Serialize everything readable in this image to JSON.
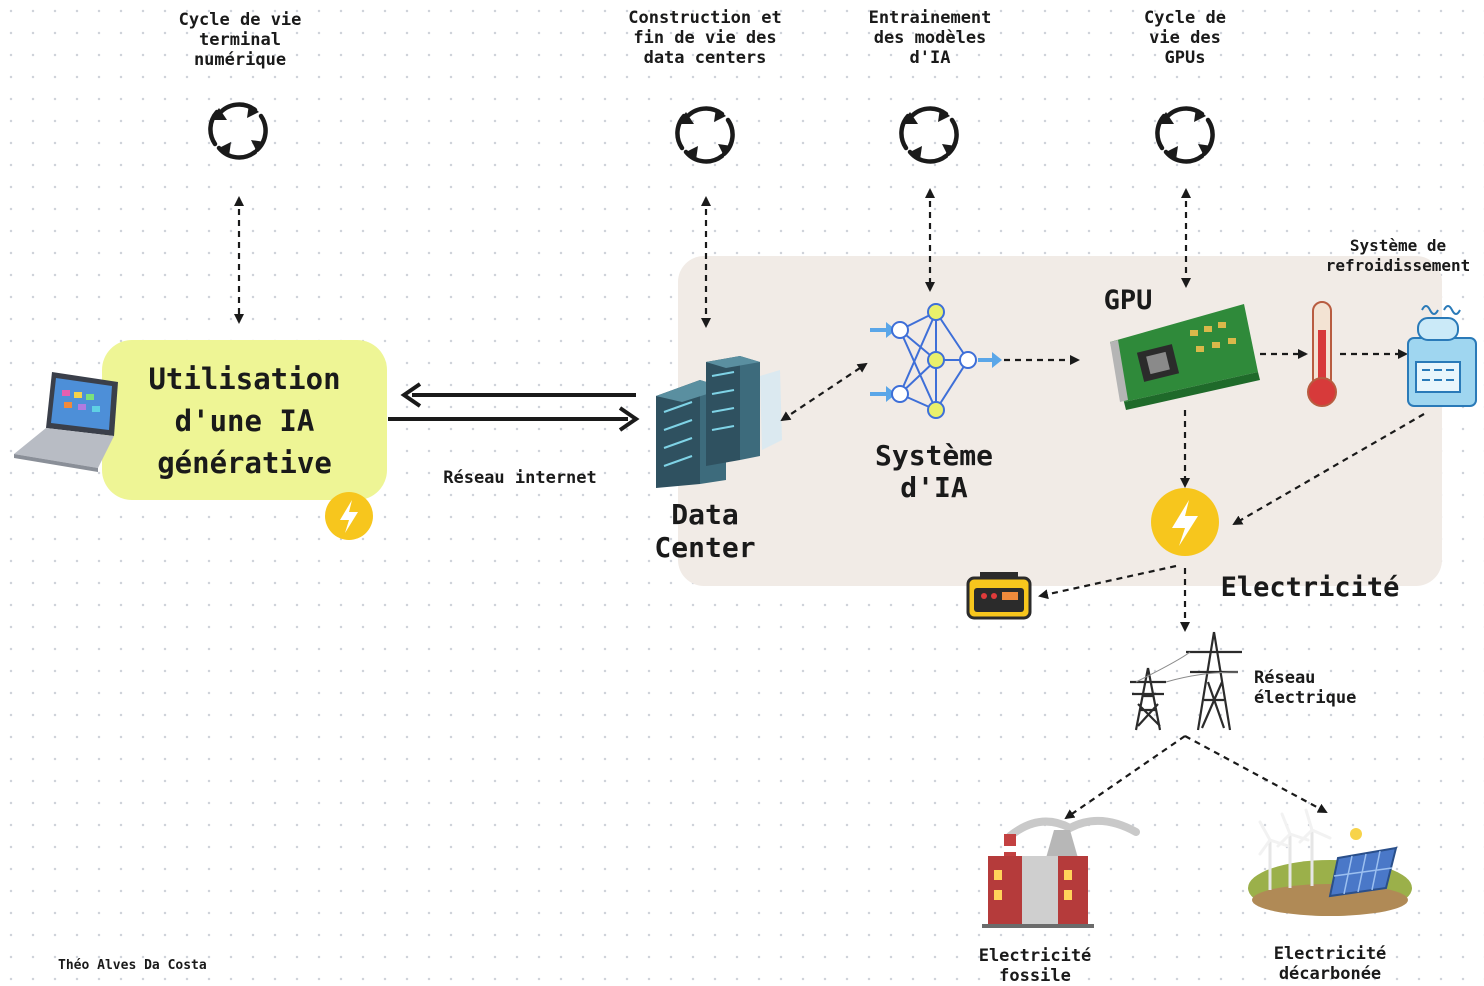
{
  "colors": {
    "usage_box": "#eef595",
    "data_center_zone": "#f1ebe6",
    "bolt": "#f7c61d",
    "arrow": "#1a1a1a"
  },
  "icons": [
    "cycle-icon",
    "laptop-icon",
    "bolt-icon",
    "server-rack-icon",
    "neural-network-icon",
    "gpu-card-icon",
    "thermometer-icon",
    "cooling-unit-icon",
    "generator-icon",
    "pylon-icon",
    "factory-icon",
    "wind-solar-icon"
  ],
  "cycles": [
    {
      "label": "Cycle de vie\nterminal\nnumérique"
    },
    {
      "label": "Construction et\nfin de vie des\ndata centers"
    },
    {
      "label": "Entrainement\ndes modèles\nd'IA"
    },
    {
      "label": "Cycle de\nvie des\nGPUs"
    }
  ],
  "usage": {
    "label": "Utilisation\nd'une IA\ngénérative"
  },
  "network_label": "Réseau internet",
  "data_center_label": "Data\nCenter",
  "ai_system_label": "Système\nd'IA",
  "gpu_label": "GPU",
  "cooling_label": "Système de\nrefroidissement",
  "electricity_label": "Electricité",
  "grid_label": "Réseau\nélectrique",
  "fossil_label": "Electricité\nfossile",
  "lowcarbon_label": "Electricité\ndécarbonée",
  "author": "Théo Alves Da Costa"
}
